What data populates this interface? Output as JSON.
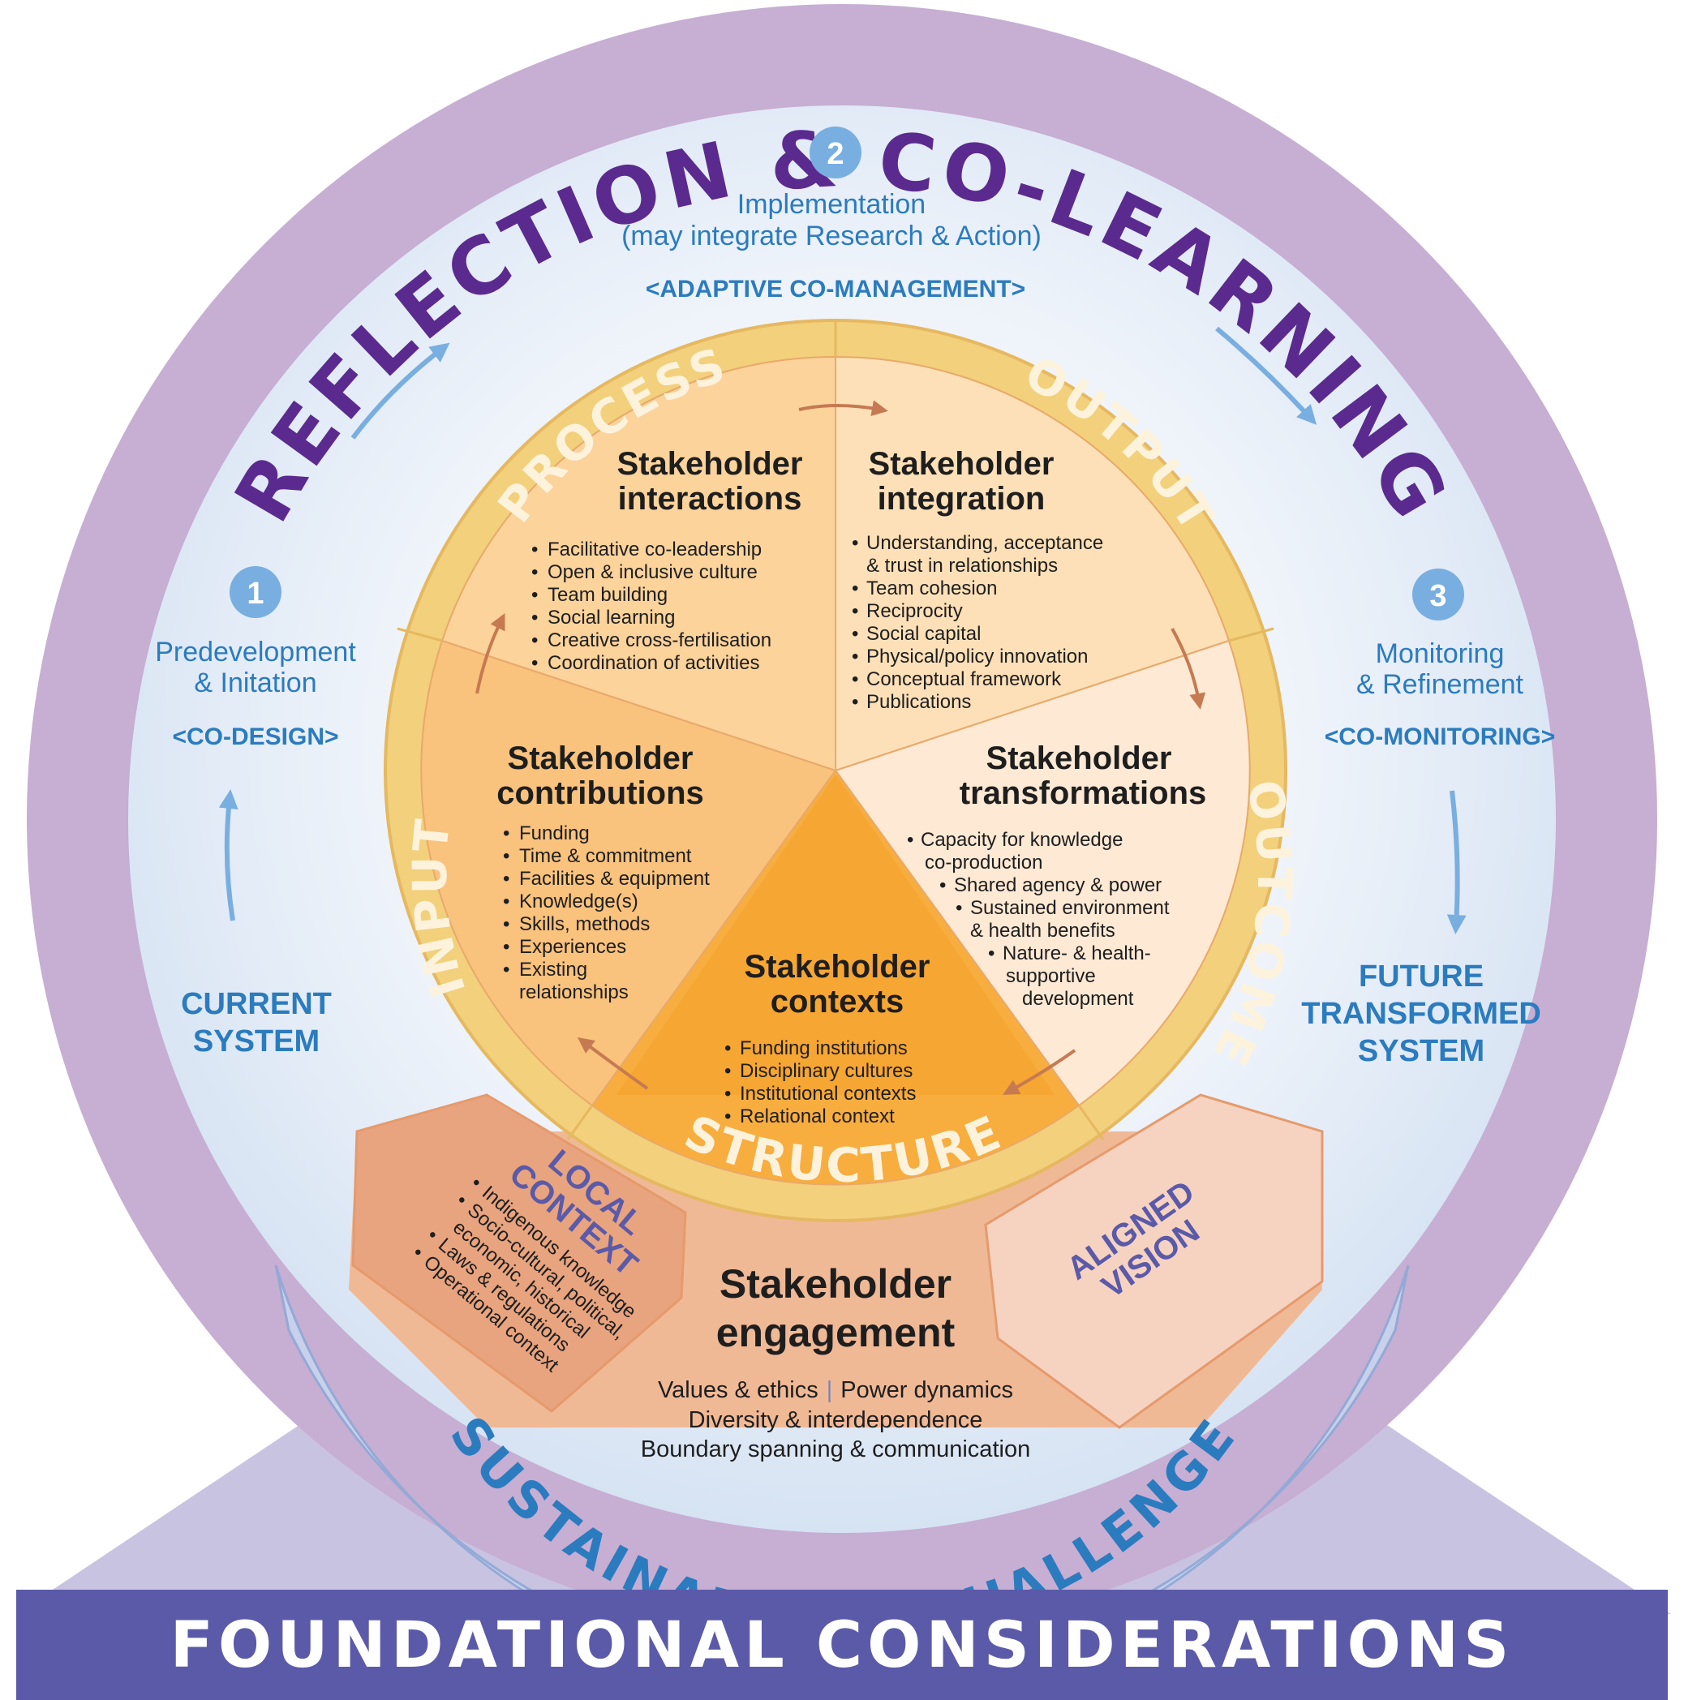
{
  "outer_ring": {
    "label": "REFLECTION & CO-LEARNING"
  },
  "phases": [
    {
      "number": "1",
      "title_lines": [
        "Predevelopment",
        "& Initation"
      ],
      "tag": "<CO-DESIGN>"
    },
    {
      "number": "2",
      "title_lines": [
        "Implementation",
        "(may integrate Research & Action)"
      ],
      "tag": "<ADAPTIVE CO-MANAGEMENT>"
    },
    {
      "number": "3",
      "title_lines": [
        "Monitoring",
        "& Refinement"
      ],
      "tag": "<CO-MONITORING>"
    }
  ],
  "current_system": [
    "CURRENT",
    "SYSTEM"
  ],
  "future_system": [
    "FUTURE",
    "TRANSFORMED",
    "SYSTEM"
  ],
  "ring_segments": {
    "process": "PROCESS",
    "output": "OUTPUT",
    "input": "INPUT",
    "outcome": "OUTCOME",
    "structure": "STRUCTURE"
  },
  "wedges": {
    "interactions": {
      "title_lines": [
        "Stakeholder",
        "interactions"
      ],
      "items": [
        "Facilitative co-leadership",
        "Open & inclusive culture",
        "Team building",
        "Social learning",
        "Creative cross-fertilisation",
        "Coordination of activities"
      ]
    },
    "integration": {
      "title_lines": [
        "Stakeholder",
        "integration"
      ],
      "items": [
        "Understanding, acceptance",
        "& trust in relationships",
        "Team cohesion",
        "Reciprocity",
        "Social capital",
        "Physical/policy innovation",
        "Conceptual framework",
        "Publications"
      ]
    },
    "contributions": {
      "title_lines": [
        "Stakeholder",
        "contributions"
      ],
      "items": [
        "Funding",
        "Time & commitment",
        "Facilities & equipment",
        "Knowledge(s)",
        "Skills, methods",
        "Experiences",
        "Existing",
        "relationships"
      ]
    },
    "transformations": {
      "title_lines": [
        "Stakeholder",
        "transformations"
      ],
      "items": [
        "Capacity for knowledge",
        "co-production",
        "Shared agency & power",
        "Sustained environment",
        "& health benefits",
        "Nature- & health-",
        "supportive",
        "development"
      ]
    },
    "contexts": {
      "title_lines": [
        "Stakeholder",
        "contexts"
      ],
      "items": [
        "Funding institutions",
        "Disciplinary cultures",
        "Institutional contexts",
        "Relational context"
      ]
    }
  },
  "local_context": {
    "title_lines": [
      "LOCAL",
      "CONTEXT"
    ],
    "items": [
      "Indigenous knowledge",
      "Socio-cultural, political,",
      "economic, historical",
      "Laws & regulations",
      "Operational context"
    ]
  },
  "aligned_vision": {
    "title_lines": [
      "ALIGNED",
      "VISION"
    ]
  },
  "engagement": {
    "title_lines": [
      "Stakeholder",
      "engagement"
    ],
    "line1_a": "Values & ethics",
    "line1_sep": "|",
    "line1_b": "Power dynamics",
    "line2": "Diversity & interdependence",
    "line3": "Boundary spanning & communication"
  },
  "sustainability": {
    "label": "SUSTAINABILITY CHALLENGE"
  },
  "foundation": {
    "label": "FOUNDATIONAL CONSIDERATIONS"
  },
  "colors": {
    "outer_ring": "#c7aed3",
    "inner_bg": "#dbe6f4",
    "ring_band": "#f2d07c",
    "process_wedge": "#fbd39b",
    "output_wedge": "#fde0b8",
    "input_wedge": "#f9c27d",
    "outcome_wedge": "#fde9d4",
    "context_wedge": "#f8ad3f",
    "blue_text": "#2b7bbf",
    "purple_text": "#5b2a8e",
    "indigo": "#5b5aa9",
    "foundation_band": "#5b5aa9"
  }
}
